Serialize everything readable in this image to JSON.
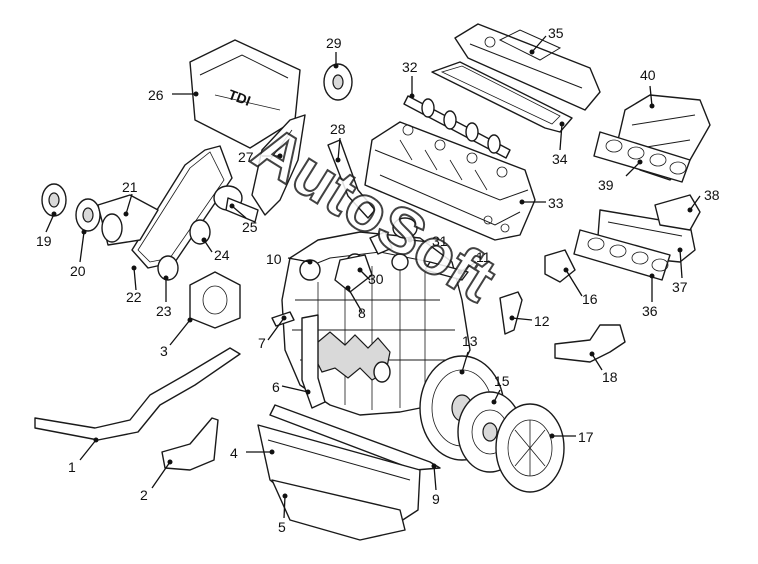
{
  "watermark": "AutoSoft",
  "cover_text": "TDI",
  "callouts": {
    "c1": "1",
    "c2": "2",
    "c3": "3",
    "c4": "4",
    "c5": "5",
    "c6": "6",
    "c7": "7",
    "c8": "8",
    "c9": "9",
    "c10": "10",
    "c11": "11",
    "c12": "12",
    "c13": "13",
    "c15": "15",
    "c16": "16",
    "c17": "17",
    "c18": "18",
    "c19": "19",
    "c20": "20",
    "c21": "21",
    "c22": "22",
    "c23": "23",
    "c24": "24",
    "c25": "25",
    "c26": "26",
    "c27": "27",
    "c28": "28",
    "c29": "29",
    "c30": "30",
    "c31": "31",
    "c32": "32",
    "c33": "33",
    "c34": "34",
    "c35": "35",
    "c36": "36",
    "c37": "37",
    "c38": "38",
    "c39": "39",
    "c40": "40"
  }
}
